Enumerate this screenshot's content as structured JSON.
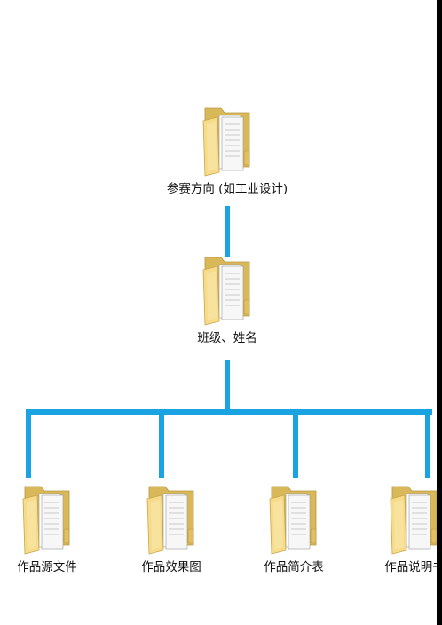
{
  "colors": {
    "connector": "#1aa3e2",
    "folder_body": "#f3d37a",
    "folder_front": "#f6dc8a",
    "folder_back": "#d9b85a"
  },
  "icon": "folder-with-documents-icon",
  "nodes": {
    "root": {
      "label": "参赛方向 (如工业设计)"
    },
    "middle": {
      "label": "班级、姓名"
    },
    "children": [
      {
        "label": "作品源文件"
      },
      {
        "label": "作品效果图"
      },
      {
        "label": "作品简介表"
      },
      {
        "label": "作品说明书"
      }
    ]
  }
}
